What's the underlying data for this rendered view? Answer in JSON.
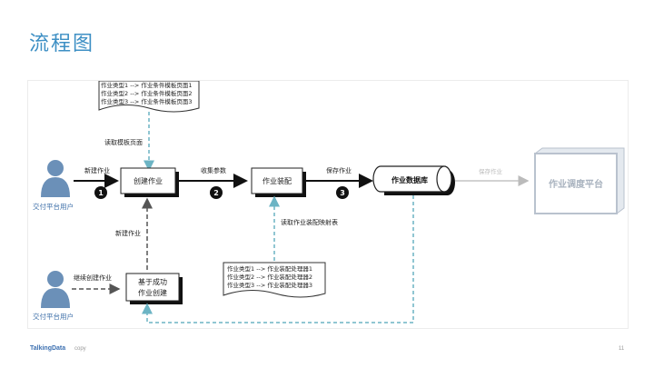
{
  "slide": {
    "title": "流程图"
  },
  "diagram": {
    "actors": {
      "top": "交付平台用户",
      "bottom": "交付平台用户"
    },
    "boxes": {
      "create": "创建作业",
      "assemble": "作业装配",
      "database": "作业数据库",
      "scheduler": "作业调度平台",
      "success_line1": "基于成功",
      "success_line2": "作业创建"
    },
    "edges": {
      "new_job": "新建作业",
      "collect_params": "收集参数",
      "save_job": "保存作业",
      "save_job_faded": "保存作业",
      "read_template": "读取模板页面",
      "new_job_vertical": "新建作业",
      "read_mapping": "读取作业装配映射表",
      "continue_create": "继续创建作业"
    },
    "steps": [
      "1",
      "2",
      "3"
    ],
    "template_doc": [
      "作业类型1 --> 作业条件模板页面1",
      "作业类型2 --> 作业条件模板页面2",
      "作业类型3 --> 作业条件模板页面3"
    ],
    "mapping_doc": [
      "作业类型1 --> 作业装配处理器1",
      "作业类型2 --> 作业装配处理器2",
      "作业类型3 --> 作业装配处理器3"
    ]
  },
  "footer": {
    "logo": "TalkingData",
    "copy": "copy",
    "page": "11"
  },
  "colors": {
    "title": "#3d8fc4",
    "dashed_teal": "#6cb4c4",
    "user_icon": "#6b90b8",
    "scheduler": "#b9c2ce"
  }
}
